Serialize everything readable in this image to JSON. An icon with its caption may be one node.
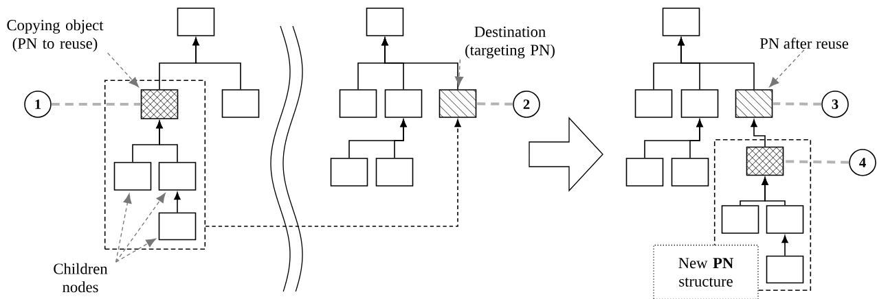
{
  "diagram": {
    "nodes": [
      {
        "text": [
          "Copying object (PN to reuse)"
        ]
      },
      {
        "text": [
          "1"
        ]
      },
      {
        "text": [],
        "shape": "box"
      },
      {
        "text": [],
        "shape": "box"
      },
      {
        "text": [],
        "shape": "box",
        "in": 3
      },
      {
        "text": [],
        "shape": "box"
      },
      {
        "text": [],
        "shape": "box",
        "in": 3
      },
      {
        "text": [],
        "shape": "box",
        "in": 3
      },
      {
        "text": [],
        "shape": "box",
        "in": 3
      },
      {
        "text": [
          "Children nodes"
        ]
      },
      {
        "text": [],
        "shape": "box"
      },
      {
        "text": [
          "Destination (targeting PN)"
        ]
      },
      {
        "text": [],
        "shape": "box"
      },
      {
        "text": [],
        "shape": "box"
      },
      {
        "text": [],
        "shape": "box"
      },
      {
        "text": [
          "2"
        ]
      },
      {
        "text": [],
        "shape": "box"
      },
      {
        "text": [],
        "shape": "box"
      },
      {
        "text": [],
        "shape": "box"
      },
      {
        "text": [
          "PN after reuse"
        ]
      },
      {
        "text": [],
        "shape": "box"
      },
      {
        "text": [],
        "shape": "box"
      },
      {
        "text": [],
        "shape": "box"
      },
      {
        "text": [
          "3"
        ]
      },
      {
        "text": [],
        "shape": "box"
      },
      {
        "text": [],
        "shape": "box"
      },
      {
        "text": [],
        "shape": "box"
      },
      {
        "text": [],
        "shape": "box",
        "in": 26
      },
      {
        "text": [
          "4"
        ]
      },
      {
        "text": [],
        "shape": "box",
        "in": 26
      },
      {
        "text": [],
        "shape": "box",
        "in": 26
      },
      {
        "text": [],
        "shape": "box",
        "in": 26
      },
      {
        "text": [
          "New **PN** structure"
        ]
      }
    ],
    "edges": [
      {
        "from": 4,
        "to": 2,
        "arrow": "to"
      },
      {
        "from": 5,
        "to": 2,
        "arrow": "to"
      },
      {
        "from": 6,
        "to": 4,
        "arrow": "to"
      },
      {
        "from": 7,
        "to": 4,
        "arrow": "to"
      },
      {
        "from": 8,
        "to": 7,
        "arrow": "to"
      },
      {
        "from": 1,
        "to": 4,
        "arrow": "none",
        "style": "dashed",
        "color": "#b3b3b3"
      },
      {
        "from": 0,
        "to": 4,
        "arrow": "to",
        "style": "dashed",
        "color": "#777777"
      },
      {
        "from": 9,
        "to": 6,
        "arrow": "to",
        "style": "dashed",
        "color": "#777777"
      },
      {
        "from": 9,
        "to": 7,
        "arrow": "to",
        "style": "dashed",
        "color": "#777777"
      },
      {
        "from": 9,
        "to": 8,
        "arrow": "to",
        "style": "dashed",
        "color": "#777777"
      },
      {
        "from": 3,
        "to": 14,
        "arrow": "to",
        "style": "dashed"
      },
      {
        "from": 12,
        "to": 10,
        "arrow": "to"
      },
      {
        "from": 13,
        "to": 10,
        "arrow": "to"
      },
      {
        "from": 14,
        "to": 10,
        "arrow": "to"
      },
      {
        "from": 16,
        "to": 13,
        "arrow": "to"
      },
      {
        "from": 17,
        "to": 13,
        "arrow": "to"
      },
      {
        "from": 11,
        "to": 14,
        "arrow": "to",
        "style": "dashed",
        "color": "#777777"
      },
      {
        "from": 15,
        "to": 14,
        "arrow": "none",
        "style": "dashed",
        "color": "#b3b3b3"
      },
      {
        "from": 20,
        "to": 18,
        "arrow": "to"
      },
      {
        "from": 21,
        "to": 18,
        "arrow": "to"
      },
      {
        "from": 22,
        "to": 18,
        "arrow": "to"
      },
      {
        "from": 24,
        "to": 21,
        "arrow": "to"
      },
      {
        "from": 25,
        "to": 21,
        "arrow": "to"
      },
      {
        "from": 27,
        "to": 22,
        "arrow": "to"
      },
      {
        "from": 29,
        "to": 27,
        "arrow": "to"
      },
      {
        "from": 30,
        "to": 27,
        "arrow": "to"
      },
      {
        "from": 31,
        "to": 30,
        "arrow": "to"
      },
      {
        "from": 19,
        "to": 22,
        "arrow": "to",
        "style": "dashed",
        "color": "#777777"
      },
      {
        "from": 23,
        "to": 22,
        "arrow": "none",
        "style": "dashed",
        "color": "#b3b3b3"
      },
      {
        "from": 28,
        "to": 27,
        "arrow": "none",
        "style": "dashed",
        "color": "#b3b3b3"
      }
    ]
  }
}
